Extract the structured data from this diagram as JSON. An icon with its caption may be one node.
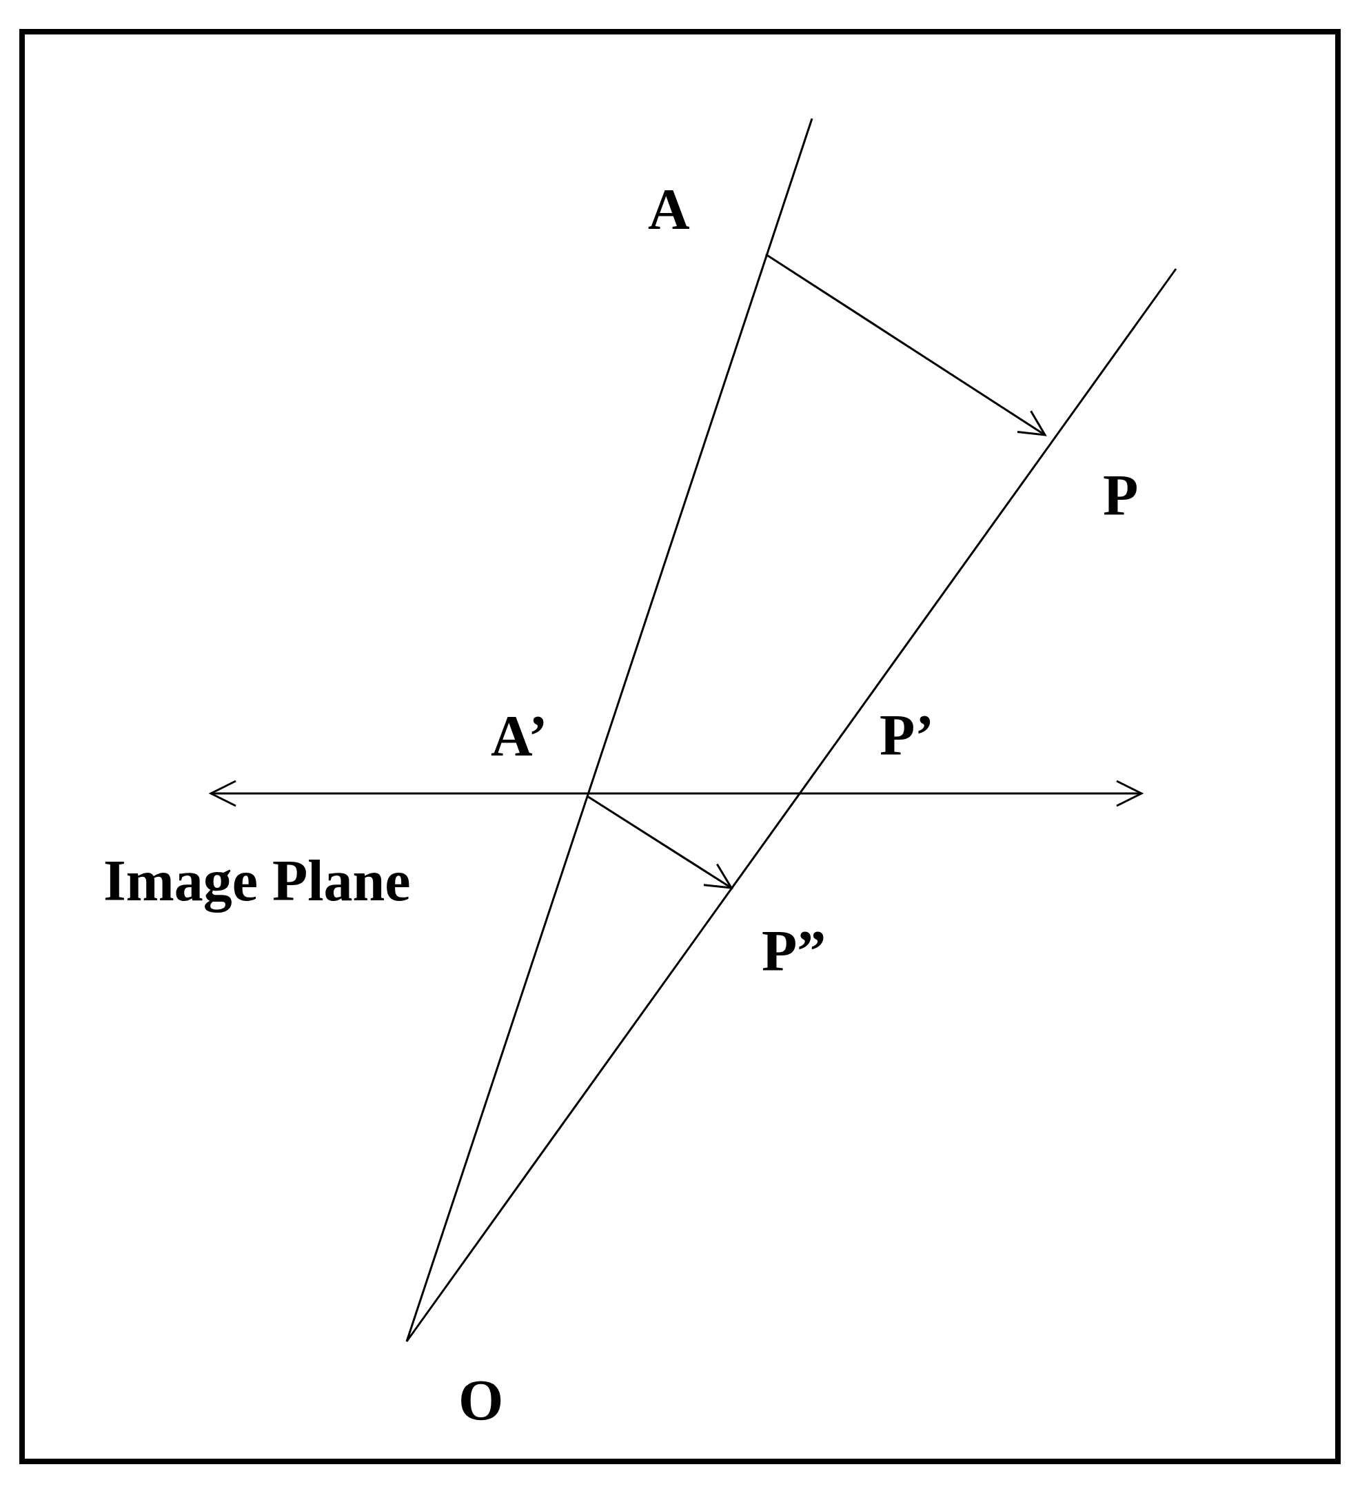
{
  "diagram": {
    "nodes": [
      {
        "text": [
          "A"
        ]
      },
      {
        "text": [
          "P"
        ]
      },
      {
        "text": [
          "A’"
        ]
      },
      {
        "text": [
          "P”"
        ]
      }
    ],
    "edges": [
      {
        "from": 0,
        "to": 1,
        "arrow": "to"
      },
      {
        "from": 2,
        "to": 3,
        "arrow": "to"
      }
    ],
    "labels": [
      "P’",
      "Image Plane",
      "O"
    ]
  }
}
